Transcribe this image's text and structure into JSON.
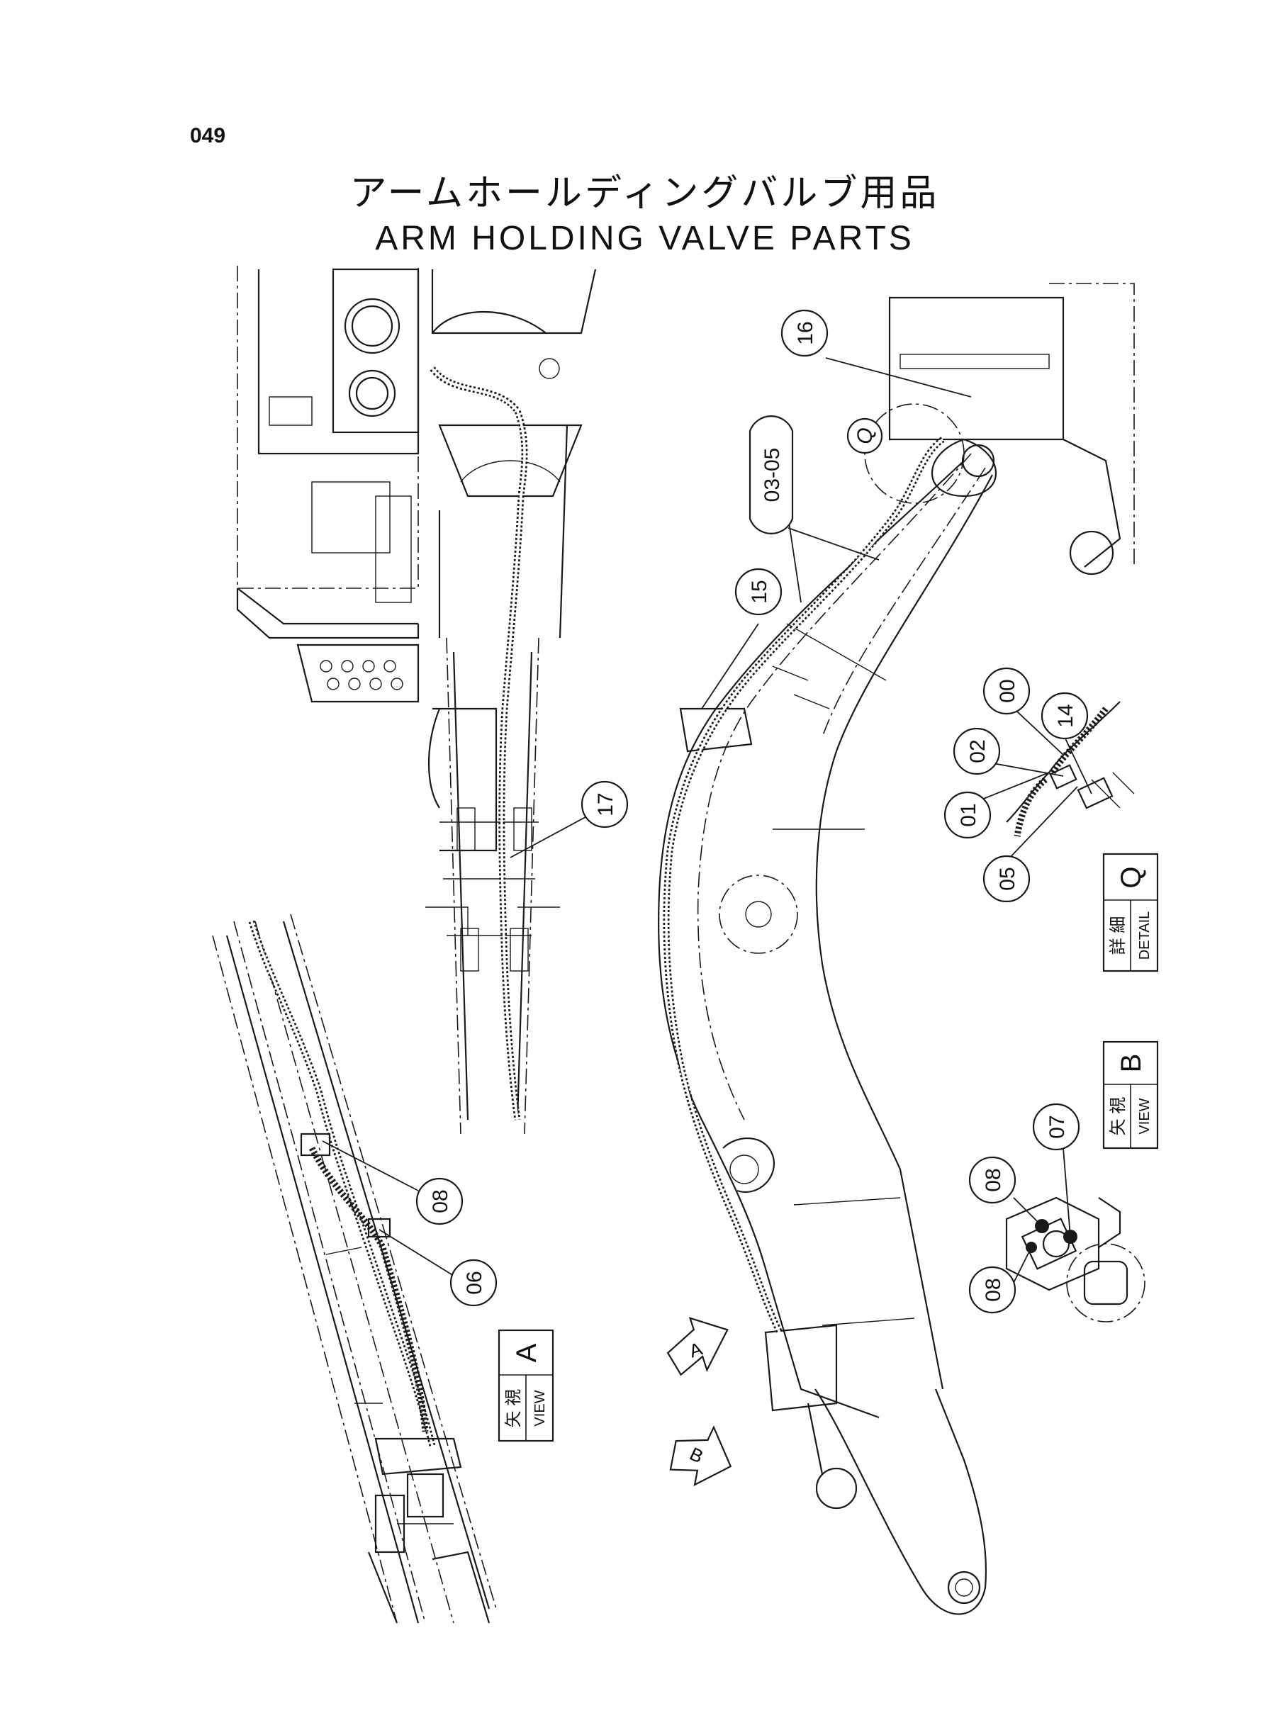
{
  "page": {
    "number": "049"
  },
  "title": {
    "japanese": "アームホールディングバルブ用品",
    "english": "ARM HOLDING VALVE PARTS"
  },
  "callouts": [
    {
      "id": "c16",
      "label": "16"
    },
    {
      "id": "c0305",
      "label": "03-05"
    },
    {
      "id": "c15",
      "label": "15"
    },
    {
      "id": "c17",
      "label": "17"
    },
    {
      "id": "c00",
      "label": "00"
    },
    {
      "id": "c02",
      "label": "02"
    },
    {
      "id": "c14",
      "label": "14"
    },
    {
      "id": "c01",
      "label": "01"
    },
    {
      "id": "c05",
      "label": "05"
    },
    {
      "id": "c07",
      "label": "07"
    },
    {
      "id": "c08a",
      "label": "08"
    },
    {
      "id": "c08b",
      "label": "08"
    },
    {
      "id": "c08c",
      "label": "08"
    },
    {
      "id": "c06",
      "label": "06"
    },
    {
      "id": "cQ",
      "label": "Q"
    }
  ],
  "view_labels": {
    "detail_q": {
      "jp": "詳 細",
      "en": "DETAIL",
      "letter": "Q"
    },
    "view_b": {
      "jp": "矢 視",
      "en": "VIEW",
      "letter": "B"
    },
    "view_a": {
      "jp": "矢 視",
      "en": "VIEW",
      "letter": "A"
    }
  },
  "arrows": {
    "a": "A",
    "b": "B"
  }
}
